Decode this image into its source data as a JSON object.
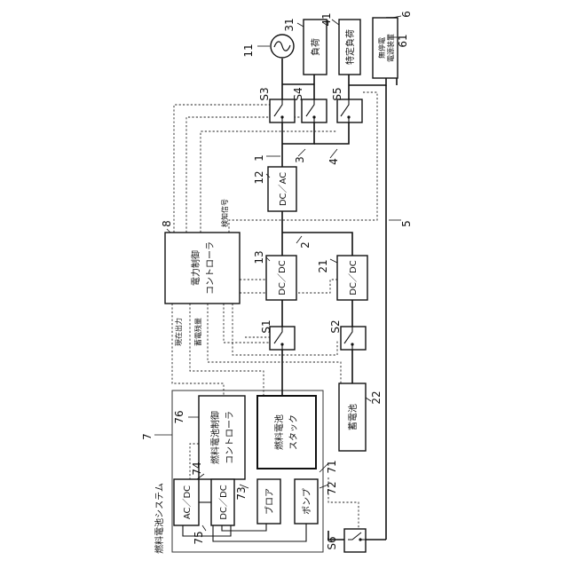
{
  "components": {
    "load": "負荷",
    "specific_load": "特定負荷",
    "ups_line1": "無停電",
    "ups_line2": "電源装置",
    "dc_ac": "DC／AC",
    "dc_dc_13": "DC／DC",
    "dc_dc_21": "DC／DC",
    "power_controller_line1": "電力制御",
    "power_controller_line2": "コントローラ",
    "fc_controller_line1": "燃料電池制御",
    "fc_controller_line2": "コントローラ",
    "fc_stack_line1": "燃料電池",
    "fc_stack_line2": "スタック",
    "storage_battery": "蓄電池",
    "ac_dc": "AC／DC",
    "dc_dc_75": "DC／DC",
    "blower": "ブロア",
    "pump": "ポンプ",
    "fc_system": "燃料電池システム"
  },
  "signals": {
    "detection_signal": "検知信号",
    "generated_power": "現在出力",
    "stored_amount": "蓄電残量"
  },
  "switches": {
    "s1": "S1",
    "s2": "S2",
    "s3": "S3",
    "s4": "S4",
    "s5": "S5",
    "s6": "S6"
  },
  "refs": {
    "r1": "1",
    "r2": "2",
    "r3": "3",
    "r4": "4",
    "r5": "5",
    "r6": "6",
    "r7": "7",
    "r8": "8",
    "r11": "11",
    "r12": "12",
    "r13": "13",
    "r21": "21",
    "r22": "22",
    "r31": "31",
    "r41": "41",
    "r61": "61",
    "r71": "71",
    "r72": "72",
    "r73": "73",
    "r74": "74",
    "r75": "75",
    "r76": "76"
  }
}
